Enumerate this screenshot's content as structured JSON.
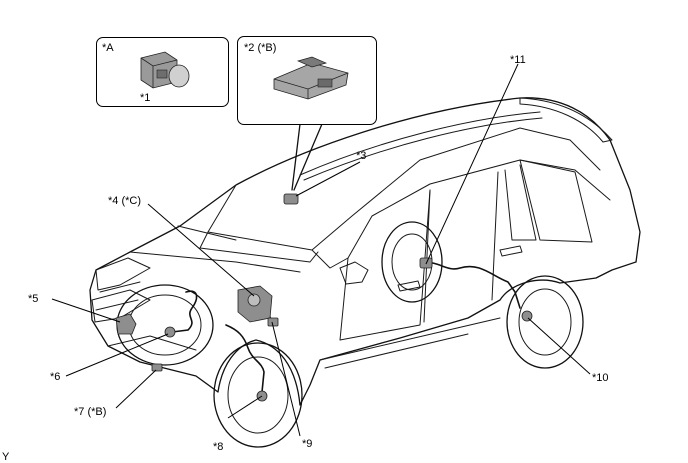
{
  "callouts": {
    "box_a": {
      "tag": "*A",
      "part": "*1"
    },
    "box_b": {
      "tag": "*2 (*B)"
    }
  },
  "labels": {
    "l3": "*3",
    "l4": "*4 (*C)",
    "l5": "*5",
    "l6": "*6",
    "l7": "*7 (*B)",
    "l8": "*8",
    "l9": "*9",
    "l10": "*10",
    "l11": "*11"
  },
  "corner_mark": "Y"
}
